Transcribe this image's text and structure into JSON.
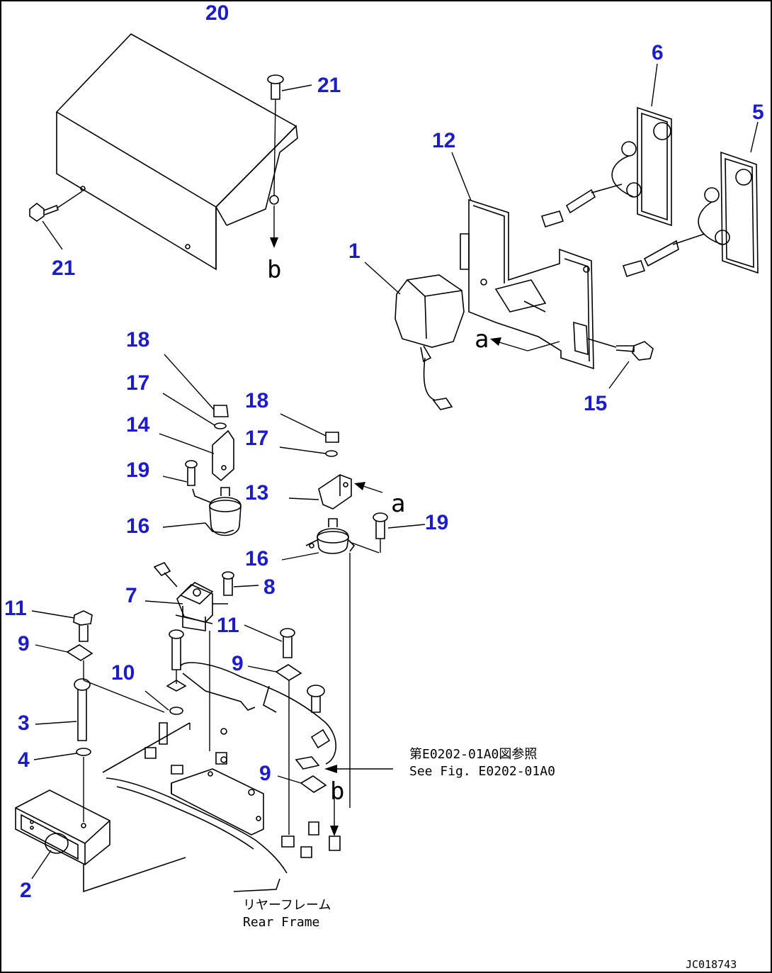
{
  "callouts": {
    "c1": "1",
    "c2": "2",
    "c3": "3",
    "c4": "4",
    "c5": "5",
    "c6": "6",
    "c7": "7",
    "c8": "8",
    "c9a": "9",
    "c9b": "9",
    "c9c": "9",
    "c10": "10",
    "c11a": "11",
    "c11b": "11",
    "c12": "12",
    "c13": "13",
    "c14": "14",
    "c15": "15",
    "c16a": "16",
    "c16b": "16",
    "c17a": "17",
    "c17b": "17",
    "c18a": "18",
    "c18b": "18",
    "c19a": "19",
    "c19b": "19",
    "c20": "20",
    "c21a": "21",
    "c21b": "21"
  },
  "refs": {
    "a1": "a",
    "a2": "a",
    "b1": "b",
    "b2": "b"
  },
  "notes": {
    "see_fig_jp": "第E0202-01A0図参照",
    "see_fig_en": "See Fig. E0202-01A0",
    "rear_frame_jp": "リヤーフレーム",
    "rear_frame_en": "Rear Frame"
  },
  "drawing_code": "JC018743",
  "colors": {
    "callout": "#1c1ccc",
    "line": "#000000"
  }
}
